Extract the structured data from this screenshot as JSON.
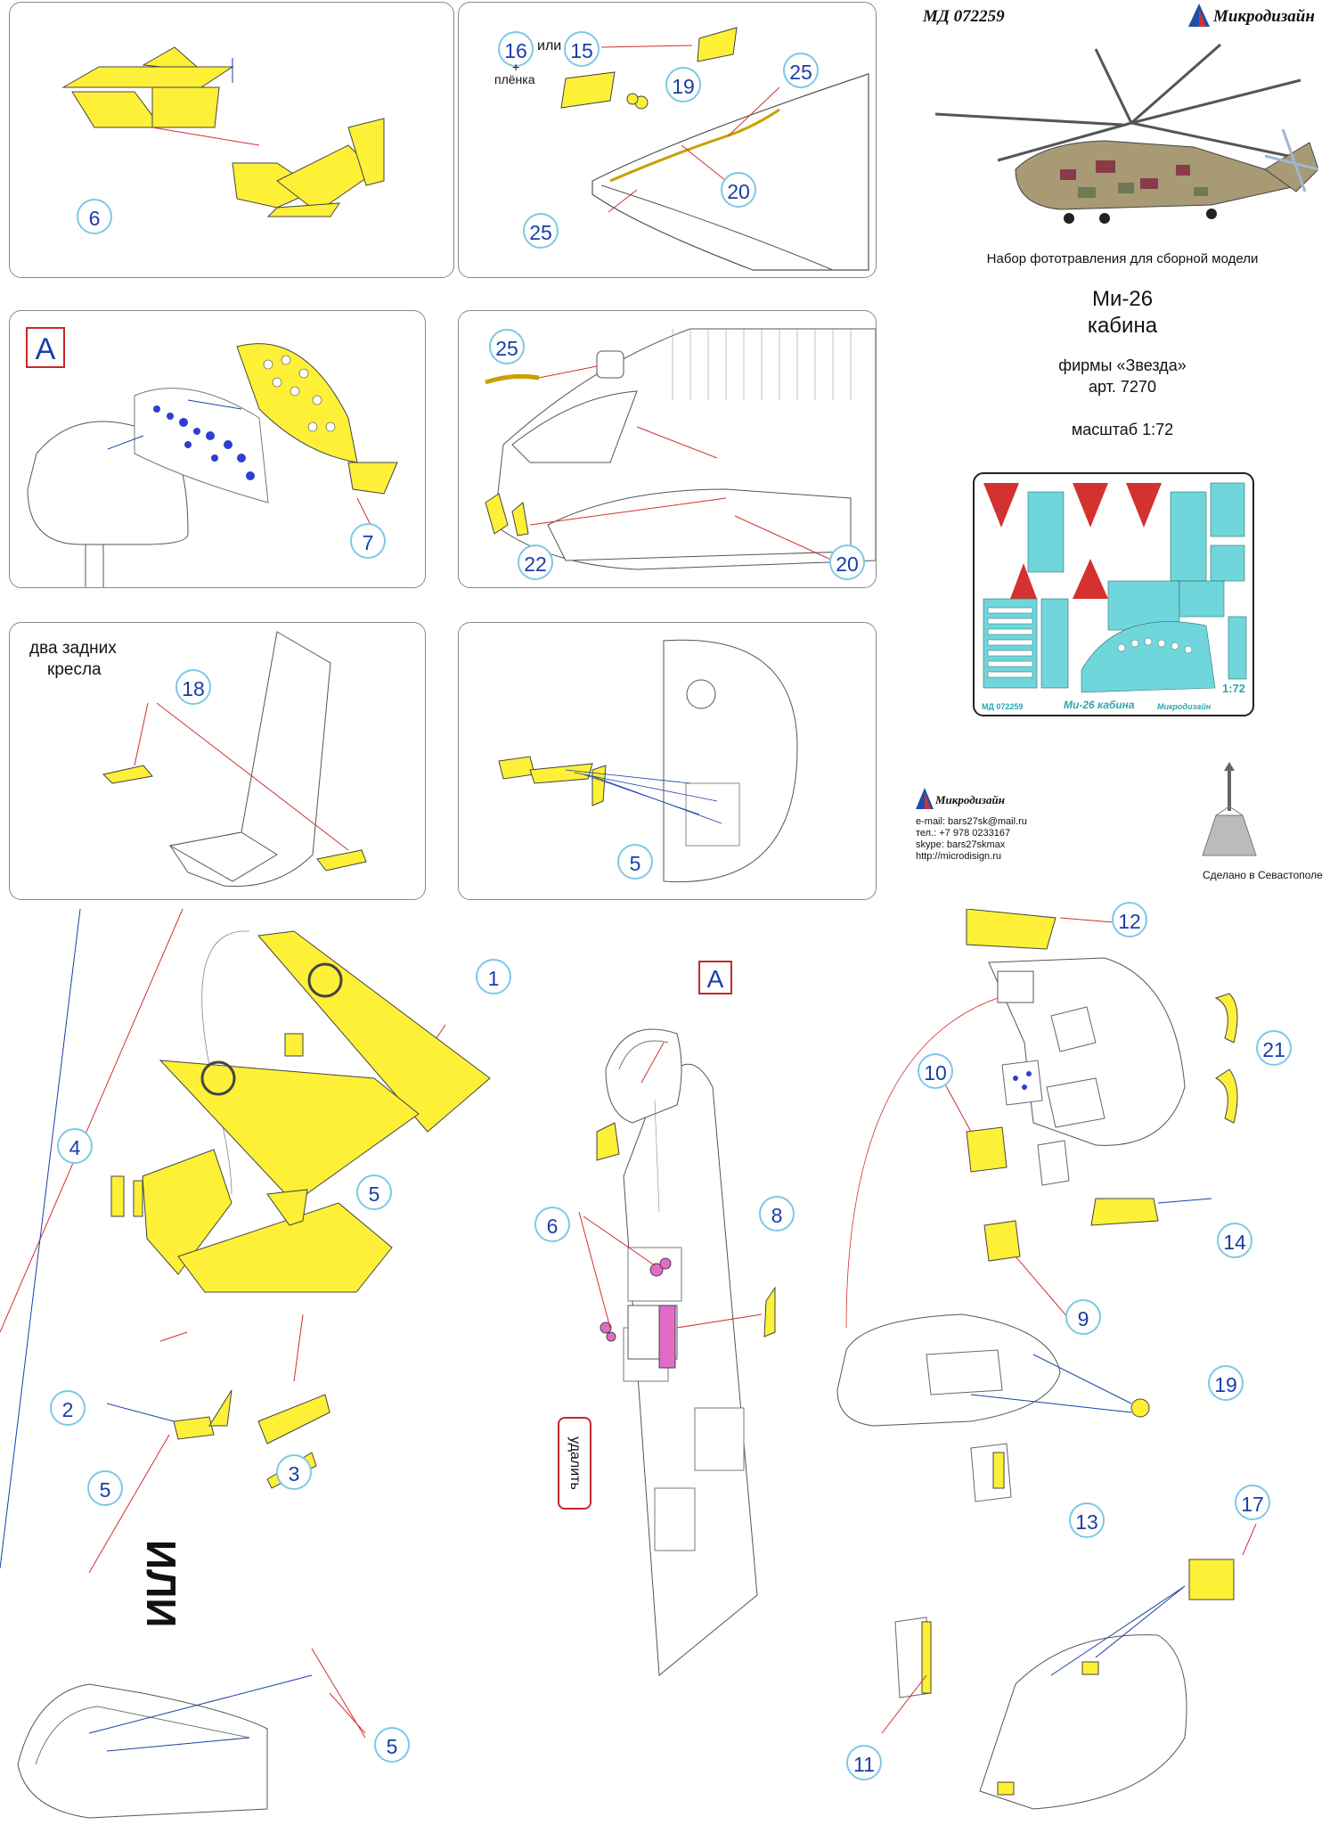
{
  "header": {
    "article_code": "МД 072259",
    "brand": "Микродизайн",
    "kit_caption": "Набор фототравления для сборной модели",
    "model_name": "Ми-26",
    "model_subtitle": "кабина",
    "maker": "фирмы «Звезда»",
    "maker_article": "арт. 7270",
    "scale": "масштаб 1:72"
  },
  "fret": {
    "scale_label": "1:72",
    "code_label": "МД 072259",
    "name_label": "Ми-26 кабина",
    "brand_label": "Микродизайн",
    "colors": {
      "metal": "#6fd6db",
      "frame": "#ffffff",
      "accent": "#d4322f"
    }
  },
  "contacts": {
    "brand": "Микродизайн",
    "email": "e-mail: bars27sk@mail.ru",
    "phone": "тел.: +7 978 0233167",
    "skype": "skype: bars27skmax",
    "site": "http://microdisign.ru",
    "made_in": "Сделано в Севастополе"
  },
  "panels": {
    "p1": {
      "callouts": [
        "6"
      ]
    },
    "p2": {
      "callouts": [
        "16",
        "15",
        "19",
        "25",
        "20",
        "25"
      ],
      "or_text": "или",
      "film_plus": "+",
      "film_text": "плёнка"
    },
    "p3": {
      "box": "A",
      "callouts": [
        "7"
      ]
    },
    "p4": {
      "callouts": [
        "25",
        "22",
        "20"
      ]
    },
    "p5": {
      "seats_line1": "два задних",
      "seats_line2": "кресла",
      "callouts": [
        "18"
      ]
    },
    "p6": {
      "callouts": [
        "5"
      ]
    }
  },
  "bottom": {
    "left_callouts": [
      "1",
      "4",
      "5",
      "2",
      "3",
      "5",
      "5"
    ],
    "or_text": "ИЛИ",
    "mid_box": "A",
    "mid_callouts": [
      "6",
      "8"
    ],
    "remove_text": "удалить",
    "right_callouts": [
      "12",
      "21",
      "10",
      "14",
      "9",
      "19",
      "13",
      "17",
      "11"
    ]
  },
  "colors": {
    "pe_yellow": "#fdf036",
    "callout_text": "#1a3ea8",
    "callout_ring": "#7ec8e8",
    "arrow_red": "#d32f2f",
    "arrow_blue": "#1a3ea8"
  }
}
